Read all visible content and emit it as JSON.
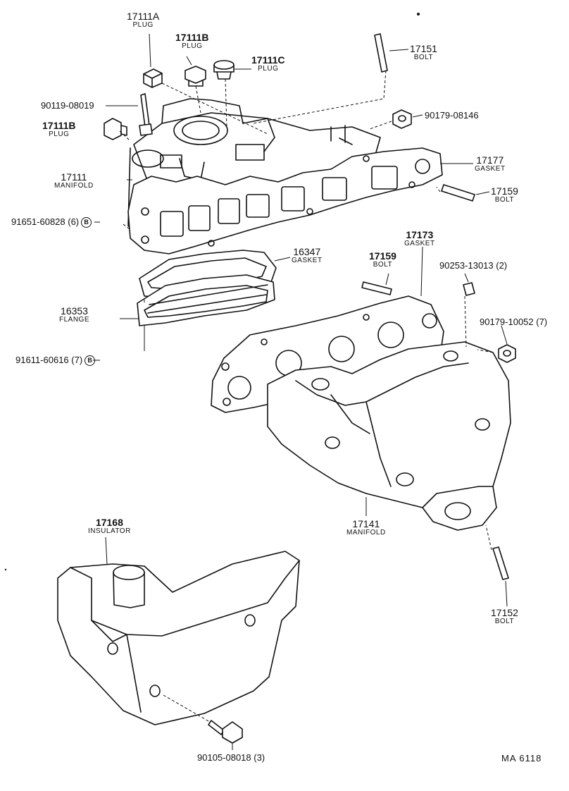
{
  "parts": {
    "p17111a": {
      "number": "17111A",
      "name": "PLUG"
    },
    "p17111b_top": {
      "number": "17111B",
      "name": "PLUG"
    },
    "p17111c": {
      "number": "17111C",
      "name": "PLUG"
    },
    "p17151": {
      "number": "17151",
      "name": "BOLT"
    },
    "p17111b_left": {
      "number": "17111B",
      "name": "PLUG"
    },
    "p17111_manifold": {
      "number": "17111",
      "name": "MANIFOLD"
    },
    "p17177": {
      "number": "17177",
      "name": "GASKET"
    },
    "p17159_right": {
      "number": "17159",
      "name": "BOLT"
    },
    "p17173": {
      "number": "17173",
      "name": "GASKET"
    },
    "p17159_mid": {
      "number": "17159",
      "name": "BOLT"
    },
    "p16347": {
      "number": "16347",
      "name": "GASKET"
    },
    "p16353": {
      "number": "16353",
      "name": "FLANGE"
    },
    "p17141": {
      "number": "17141",
      "name": "MANIFOLD"
    },
    "p17168": {
      "number": "17168",
      "name": "INSULATOR"
    },
    "p17152": {
      "number": "17152",
      "name": "BOLT"
    }
  },
  "codes": {
    "c90119": "90119-08019",
    "c90179_08146": "90179-08146",
    "c91651": "91651-60828 (6)",
    "c91611": "91611-60616 (7)",
    "c90253": "90253-13013 (2)",
    "c90179_10052": "90179-10052 (7)",
    "c90105": "90105-08018 (3)"
  },
  "badges": {
    "b1": "B",
    "b2": "B"
  },
  "reference": "MA 6118"
}
